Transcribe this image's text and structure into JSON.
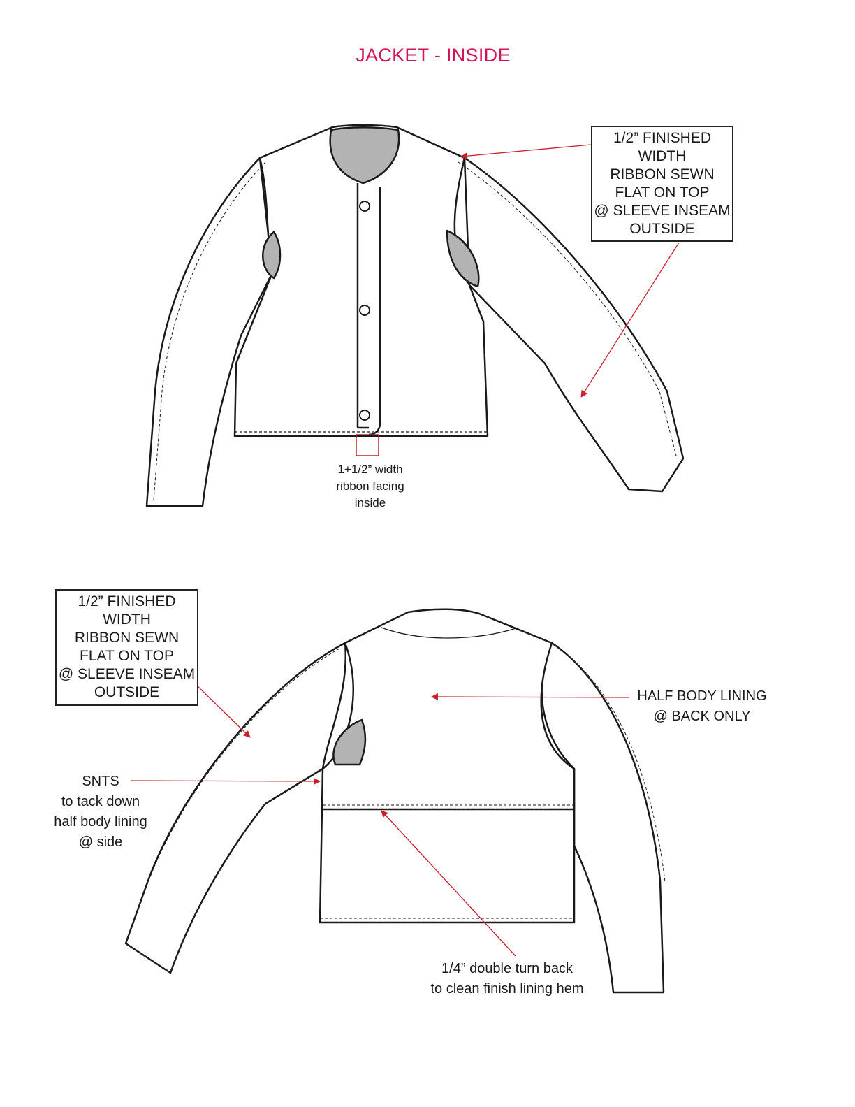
{
  "title": "JACKET - INSIDE",
  "colors": {
    "title": "#d2145a",
    "arrow": "#c8202f",
    "ink": "#1a1a1a",
    "lining_fill": "#b3b3b3",
    "garment_fill": "#ffffff"
  },
  "front_view": {
    "shoulder_callout": [
      "1/2” FINISHED",
      "WIDTH",
      "RIBBON SEWN",
      "FLAT ON TOP",
      "@ SLEEVE INSEAM",
      "OUTSIDE"
    ],
    "facing_note": [
      "1+1/2” width",
      "ribbon facing",
      "inside"
    ],
    "button_count": 3
  },
  "back_view": {
    "sleeve_callout": [
      "1/2” FINISHED",
      "WIDTH",
      "RIBBON SEWN",
      "FLAT ON TOP",
      "@ SLEEVE INSEAM",
      "OUTSIDE"
    ],
    "lining_note": [
      "HALF BODY LINING",
      "@ BACK ONLY"
    ],
    "snts_note": [
      "SNTS",
      "to tack down",
      "half body lining",
      "@ side"
    ],
    "hem_note": [
      "1/4” double turn back",
      "to clean finish lining hem"
    ]
  }
}
